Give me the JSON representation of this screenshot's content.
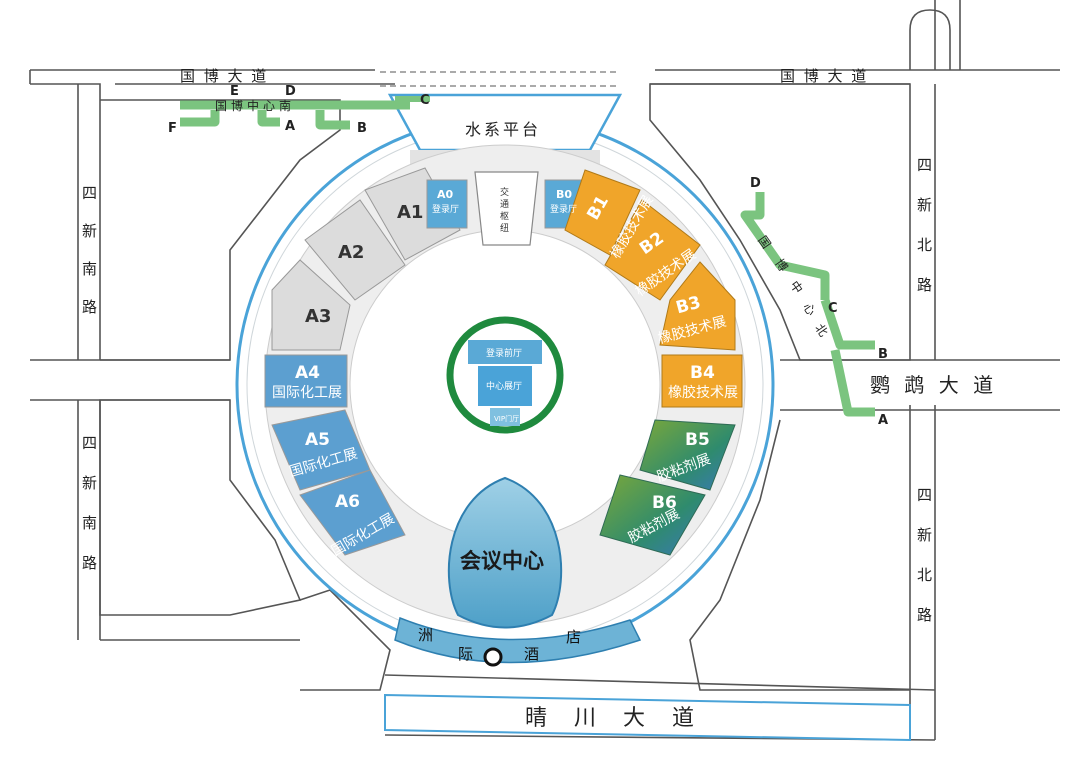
{
  "roads": {
    "guobo_left": "国 博 大 道",
    "guobo_right": "国 博 大 道",
    "sixin_south_top": [
      "四",
      "新",
      "南",
      "路"
    ],
    "sixin_south_bottom": [
      "四",
      "新",
      "南",
      "路"
    ],
    "sixin_north_top": [
      "四",
      "新",
      "北",
      "路"
    ],
    "sixin_north_bottom": [
      "四",
      "新",
      "北",
      "路"
    ],
    "yingwu": "鹦 鹉 大 道",
    "qingchuan": "晴 川 大 道"
  },
  "landmarks": {
    "water_platform": "水系平台",
    "conference": "会议中心",
    "hotel": [
      "洲",
      "际",
      "酒",
      "店"
    ],
    "traffic_hub": [
      "交",
      "通",
      "枢",
      "纽"
    ],
    "central_register": "登录前厅",
    "central_hall": "中心展厅",
    "vip_gate": "VIP门厅"
  },
  "halls": {
    "A0": {
      "code": "A0",
      "name": "登录厅"
    },
    "B0": {
      "code": "B0",
      "name": "登录厅"
    },
    "A1": {
      "code": "A1"
    },
    "A2": {
      "code": "A2"
    },
    "A3": {
      "code": "A3"
    },
    "A4": {
      "code": "A4",
      "name": "国际化工展"
    },
    "A5": {
      "code": "A5",
      "name": "国际化工展"
    },
    "A6": {
      "code": "A6",
      "name": "国际化工展"
    },
    "B1": {
      "code": "B1",
      "name": "橡胶技术展"
    },
    "B2": {
      "code": "B2",
      "name": "橡胶技术展"
    },
    "B3": {
      "code": "B3",
      "name": "橡胶技术展"
    },
    "B4": {
      "code": "B4",
      "name": "橡胶技术展"
    },
    "B5": {
      "code": "B5",
      "name": "胶粘剂展"
    },
    "B6": {
      "code": "B6",
      "name": "胶粘剂展"
    }
  },
  "metro": {
    "south_station": "国博中心南",
    "south_exits": [
      "E",
      "D",
      "C",
      "F",
      "A",
      "B"
    ],
    "north_station": [
      "国",
      "博",
      "中",
      "心",
      "北"
    ],
    "north_exits": [
      "D",
      "C",
      "B",
      "A"
    ]
  },
  "colors": {
    "metro": "#7bc47f",
    "ring": "#4aa3d8",
    "rubber": "#f0a52a",
    "chem": "#5c9fd0",
    "adhesive": "#2f8b6d",
    "center_ring": "#1f8a3e"
  }
}
